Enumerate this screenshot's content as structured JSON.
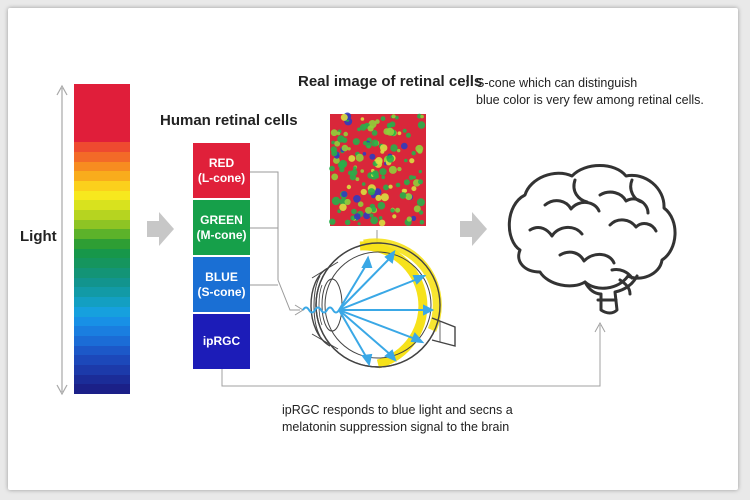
{
  "labels": {
    "light": "Light",
    "human_cells_title": "Human retinal cells",
    "real_image_title": "Real image of retinal cells",
    "real_image_colon": ":",
    "real_image_note_line1": "S-cone which can distinguish",
    "real_image_note_line2": "blue color is very few among retinal cells.",
    "ipRGC_note_line1": "ipRGC responds to blue light and secns a",
    "ipRGC_note_line2": "melatonin suppression signal to the brain"
  },
  "cells": [
    {
      "line1": "RED",
      "line2": "(L-cone)",
      "color": "#e0203a"
    },
    {
      "line1": "GREEN",
      "line2": "(M-cone)",
      "color": "#16a04a"
    },
    {
      "line1": "BLUE",
      "line2": "(S-cone)",
      "color": "#1a6fd4"
    },
    {
      "line1": "ipRGC",
      "line2": "",
      "color": "#1c1cb8"
    }
  ],
  "spectrum_colors": [
    "#e01e3a",
    "#e01e3a",
    "#e01e3a",
    "#e01e3a",
    "#e01e3a",
    "#e01e3a",
    "#ee4a30",
    "#f36a28",
    "#f78c20",
    "#f9ac1c",
    "#fbd01c",
    "#f7e81e",
    "#d8e21e",
    "#b6d420",
    "#8ec424",
    "#5cb22a",
    "#2e9e34",
    "#17974a",
    "#15955e",
    "#139476",
    "#12948e",
    "#129aa6",
    "#139fc2",
    "#16a0de",
    "#1890e6",
    "#1a7ee0",
    "#1b6cd6",
    "#1c58c8",
    "#1c48ba",
    "#1c3aaa",
    "#1b2c98",
    "#1b2088"
  ],
  "colors": {
    "arrow_gray": "#c7c7c7",
    "ray_blue": "#3aa8e6",
    "retina_yellow": "#f6e21a",
    "line_gray": "#9a9a9a"
  }
}
